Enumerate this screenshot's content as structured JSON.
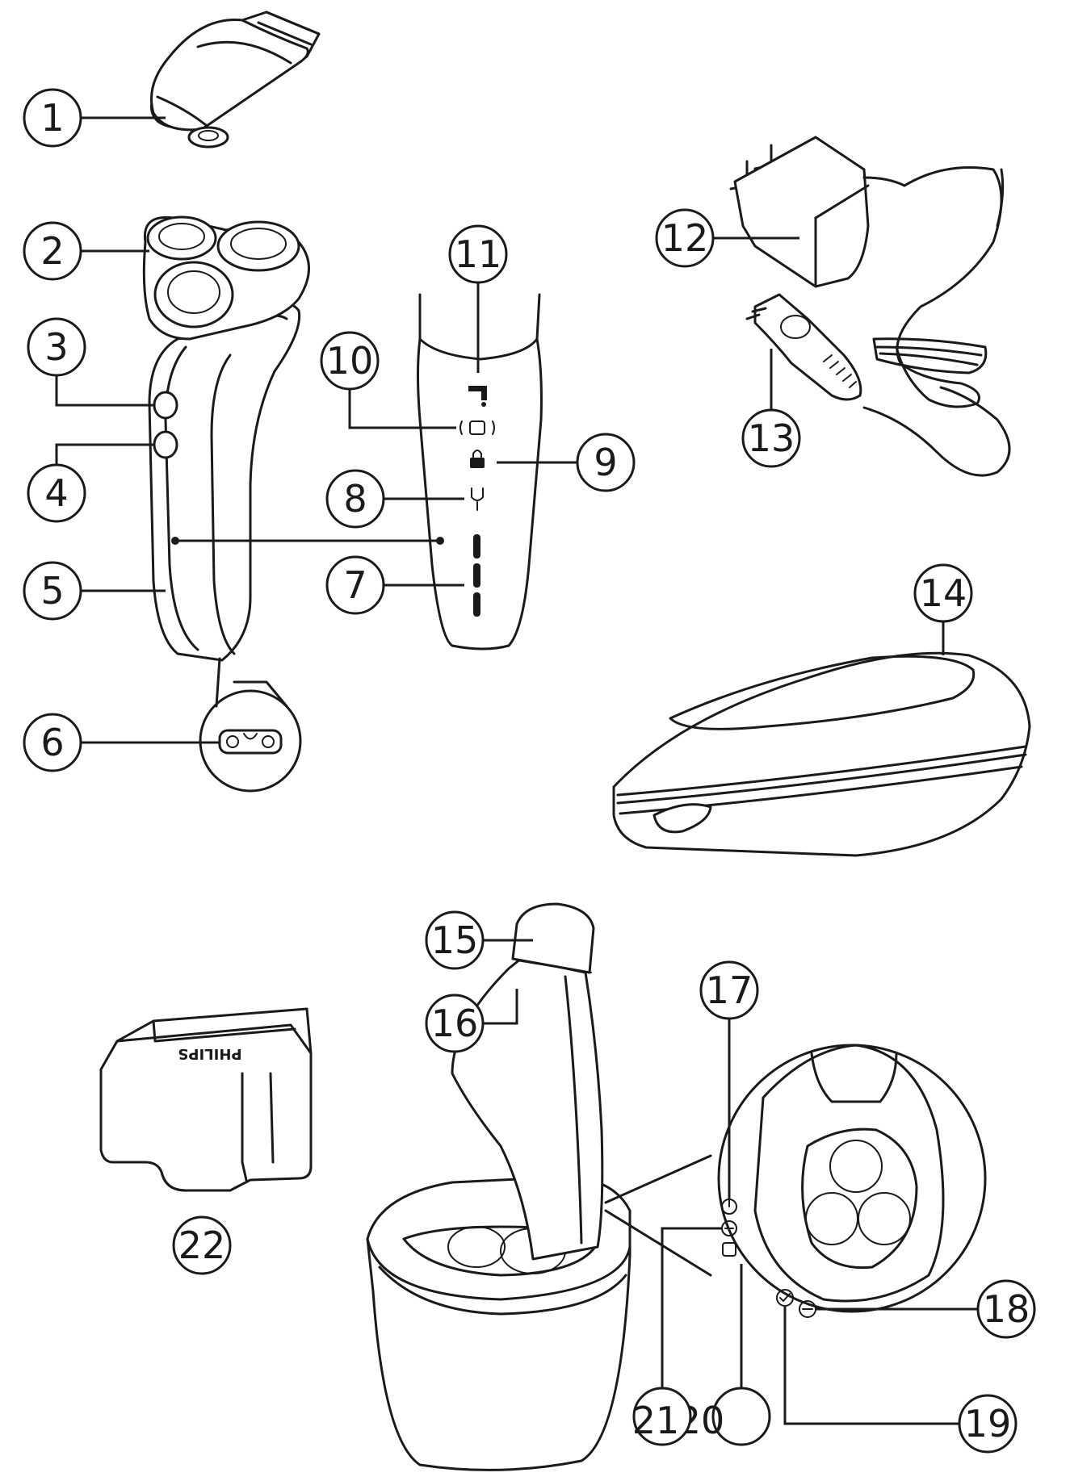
{
  "callouts": [
    {
      "id": "1",
      "label": "1"
    },
    {
      "id": "2",
      "label": "2"
    },
    {
      "id": "3",
      "label": "3"
    },
    {
      "id": "4",
      "label": "4"
    },
    {
      "id": "5",
      "label": "5"
    },
    {
      "id": "6",
      "label": "6"
    },
    {
      "id": "7",
      "label": "7"
    },
    {
      "id": "8",
      "label": "8"
    },
    {
      "id": "9",
      "label": "9"
    },
    {
      "id": "10",
      "label": "10"
    },
    {
      "id": "11",
      "label": "11"
    },
    {
      "id": "12",
      "label": "12"
    },
    {
      "id": "13",
      "label": "13"
    },
    {
      "id": "14",
      "label": "14"
    },
    {
      "id": "15",
      "label": "15"
    },
    {
      "id": "16",
      "label": "16"
    },
    {
      "id": "17",
      "label": "17"
    },
    {
      "id": "18",
      "label": "18"
    },
    {
      "id": "19",
      "label": "19"
    },
    {
      "id": "20",
      "label": "20"
    },
    {
      "id": "21",
      "label": "21"
    },
    {
      "id": "22",
      "label": "22"
    }
  ],
  "cartridge_brand": "PHILIPS",
  "colors": {
    "line": "#1a1a1a",
    "background": "#ffffff"
  },
  "icons": [
    "tap-icon",
    "vibration-icon",
    "lock-icon",
    "plug-icon",
    "battery-bar-icon",
    "power-icon",
    "cycle-icon",
    "settings-icon",
    "check-icon",
    "minus-icon"
  ]
}
